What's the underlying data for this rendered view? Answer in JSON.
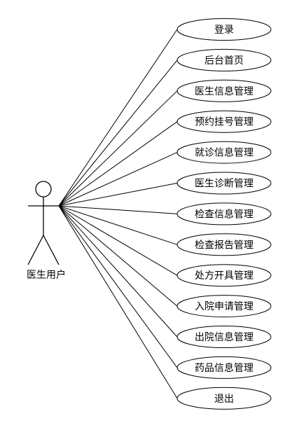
{
  "actor": {
    "name": "医生用户"
  },
  "use_cases": [
    {
      "label": "登录"
    },
    {
      "label": "后台首页"
    },
    {
      "label": "医生信息管理"
    },
    {
      "label": "预约挂号管理"
    },
    {
      "label": "就诊信息管理"
    },
    {
      "label": "医生诊断管理"
    },
    {
      "label": "检查信息管理"
    },
    {
      "label": "检查报告管理"
    },
    {
      "label": "处方开具管理"
    },
    {
      "label": "入院申请管理"
    },
    {
      "label": "出院信息管理"
    },
    {
      "label": "药品信息管理"
    },
    {
      "label": "退出"
    }
  ]
}
